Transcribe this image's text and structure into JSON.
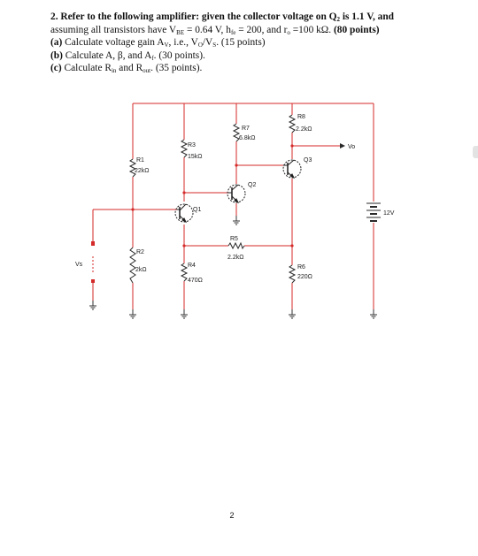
{
  "problem": {
    "line1": "2. Refer to the following amplifier: given the collector voltage on Q",
    "line1_sub_q": "2",
    "line1_tail": " is 1.1 V, and",
    "line2_a": "assuming all transistors have V",
    "line2_sub_be": "BE",
    "line2_b": " = 0.64 V, h",
    "line2_sub_fe": "fe",
    "line2_c": " = 200, and r",
    "line2_sub_o": "o",
    "line2_d": " =100 kΩ. ",
    "line2_points": "(80 points)",
    "part_a_label": "(a)",
    "part_a_text": " Calculate voltage gain A",
    "part_a_sub_v": "V",
    "part_a_text2": ", i.e., V",
    "part_a_sub_o": "O",
    "part_a_text3": "/V",
    "part_a_sub_s": "S",
    "part_a_text4": ". (15 points)",
    "part_b_label": "(b)",
    "part_b_text": " Calculate A, β, and A",
    "part_b_sub_f": "f",
    "part_b_text2": ". (30 points).",
    "part_c_label": "(c)",
    "part_c_text": " Calculate R",
    "part_c_sub_in": "in",
    "part_c_text2": " and R",
    "part_c_sub_out": "out",
    "part_c_text3": ". (35 points)."
  },
  "circuit": {
    "components": {
      "r1": {
        "name": "R1",
        "value": "22kΩ"
      },
      "r2": {
        "name": "R2",
        "value": "2kΩ"
      },
      "r3": {
        "name": "R3",
        "value": "15kΩ"
      },
      "r4": {
        "name": "R4",
        "value": "470Ω"
      },
      "r5": {
        "name": "R5",
        "value": "2.2kΩ"
      },
      "r6": {
        "name": "R6",
        "value": "220Ω"
      },
      "r7": {
        "name": "R7",
        "value": "6.8kΩ"
      },
      "r8": {
        "name": "R8",
        "value": "2.2kΩ"
      },
      "q1": "Q1",
      "q2": "Q2",
      "q3": "Q3",
      "supply": "12V",
      "source": "Vs",
      "output": "Vo"
    },
    "colors": {
      "wire": "#d42a2a",
      "component": "#2a2a2a",
      "transistor": "#1f1f1f",
      "ground": "#333333"
    }
  },
  "page_number": "2"
}
